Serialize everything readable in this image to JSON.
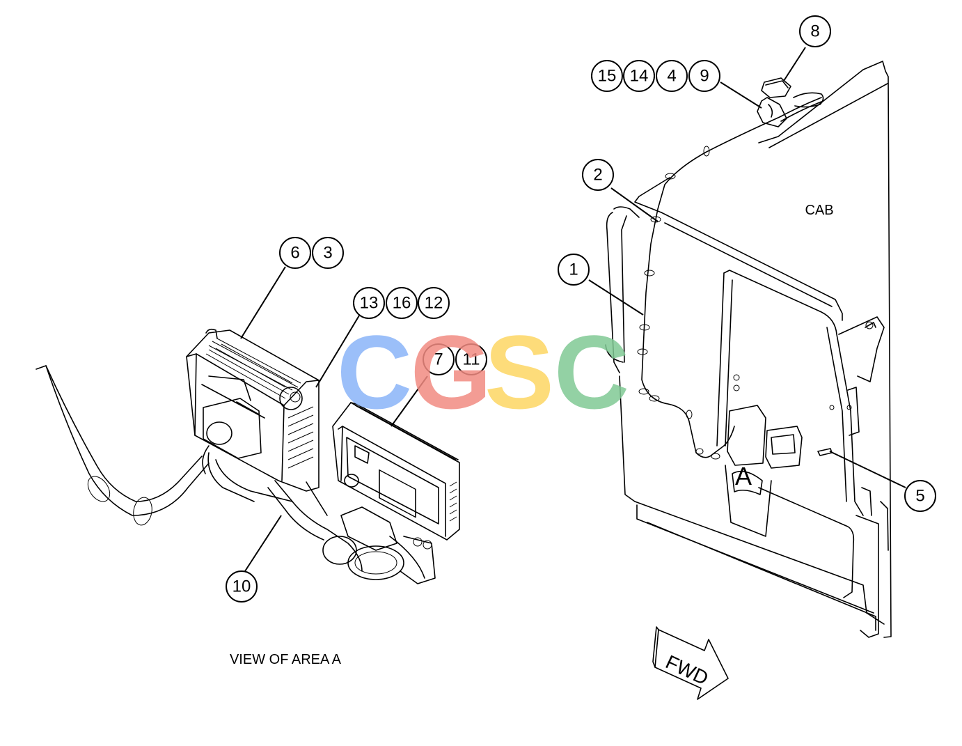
{
  "labels": {
    "cab": "CAB",
    "area_marker": "A",
    "view_caption": "VIEW OF AREA A",
    "fwd": "FWD"
  },
  "watermark": {
    "letters": [
      "C",
      "G",
      "S",
      "C"
    ],
    "colors": [
      "#8ab4f8",
      "#f28b82",
      "#fdd663",
      "#81c995"
    ]
  },
  "callouts": [
    {
      "id": "c8",
      "label": "8"
    },
    {
      "id": "c15",
      "label": "15"
    },
    {
      "id": "c14",
      "label": "14"
    },
    {
      "id": "c4",
      "label": "4"
    },
    {
      "id": "c9",
      "label": "9"
    },
    {
      "id": "c2",
      "label": "2"
    },
    {
      "id": "c1",
      "label": "1"
    },
    {
      "id": "c5",
      "label": "5"
    },
    {
      "id": "c6",
      "label": "6"
    },
    {
      "id": "c3",
      "label": "3"
    },
    {
      "id": "c13",
      "label": "13"
    },
    {
      "id": "c16",
      "label": "16"
    },
    {
      "id": "c12",
      "label": "12"
    },
    {
      "id": "c7",
      "label": "7"
    },
    {
      "id": "c11",
      "label": "11"
    },
    {
      "id": "c10",
      "label": "10"
    }
  ]
}
